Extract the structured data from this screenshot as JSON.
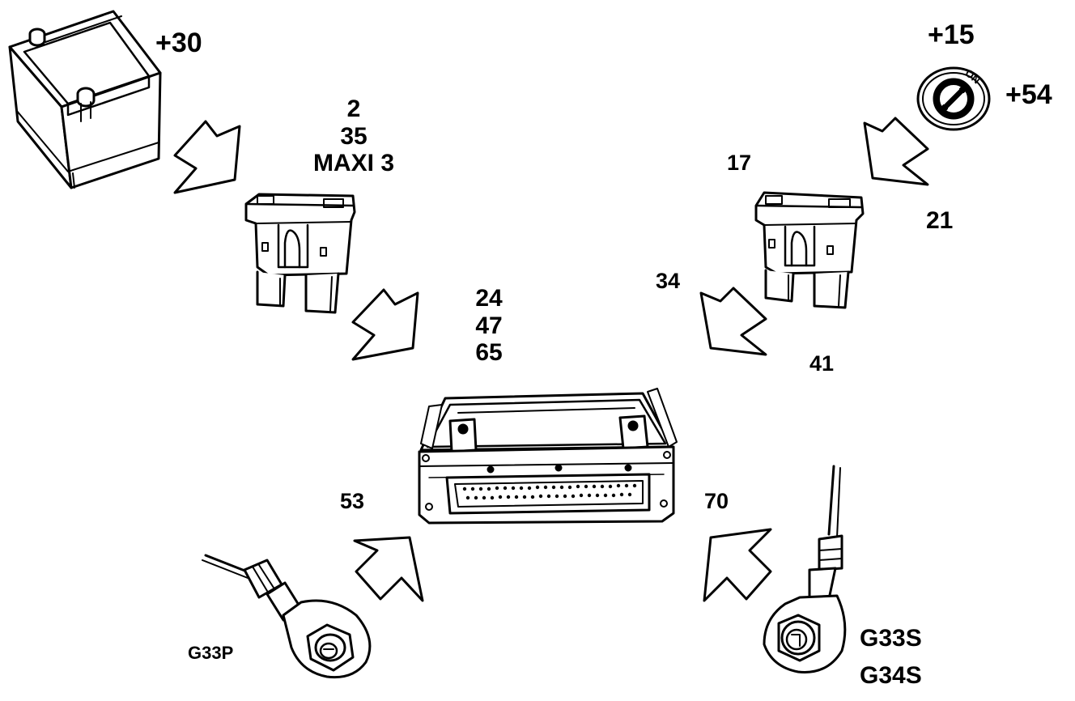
{
  "colors": {
    "ink": "#000000",
    "paper": "#ffffff"
  },
  "labels": {
    "battery_terminal": "+30",
    "ignition_terminal_15": "+15",
    "ignition_terminal_54": "+54",
    "fuse_left_line1": "2",
    "fuse_left_line2": "35",
    "fuse_left_line3": "MAXI 3",
    "fuse_right": "17",
    "wire_21": "21",
    "wire_34": "34",
    "wire_41": "41",
    "ecu_line1": "24",
    "ecu_line2": "47",
    "ecu_line3": "65",
    "wire_53": "53",
    "wire_70": "70",
    "ground_left": "G33P",
    "ground_right_1": "G33S",
    "ground_right_2": "G34S"
  },
  "icons": {
    "battery": "battery-icon",
    "ignition": "ignition-switch-icon",
    "ignition_text": "ON",
    "fuse": "blade-fuse-icon",
    "ecu": "control-unit-icon",
    "ground": "ground-eyelet-icon",
    "arrow": "flow-arrow-icon"
  }
}
